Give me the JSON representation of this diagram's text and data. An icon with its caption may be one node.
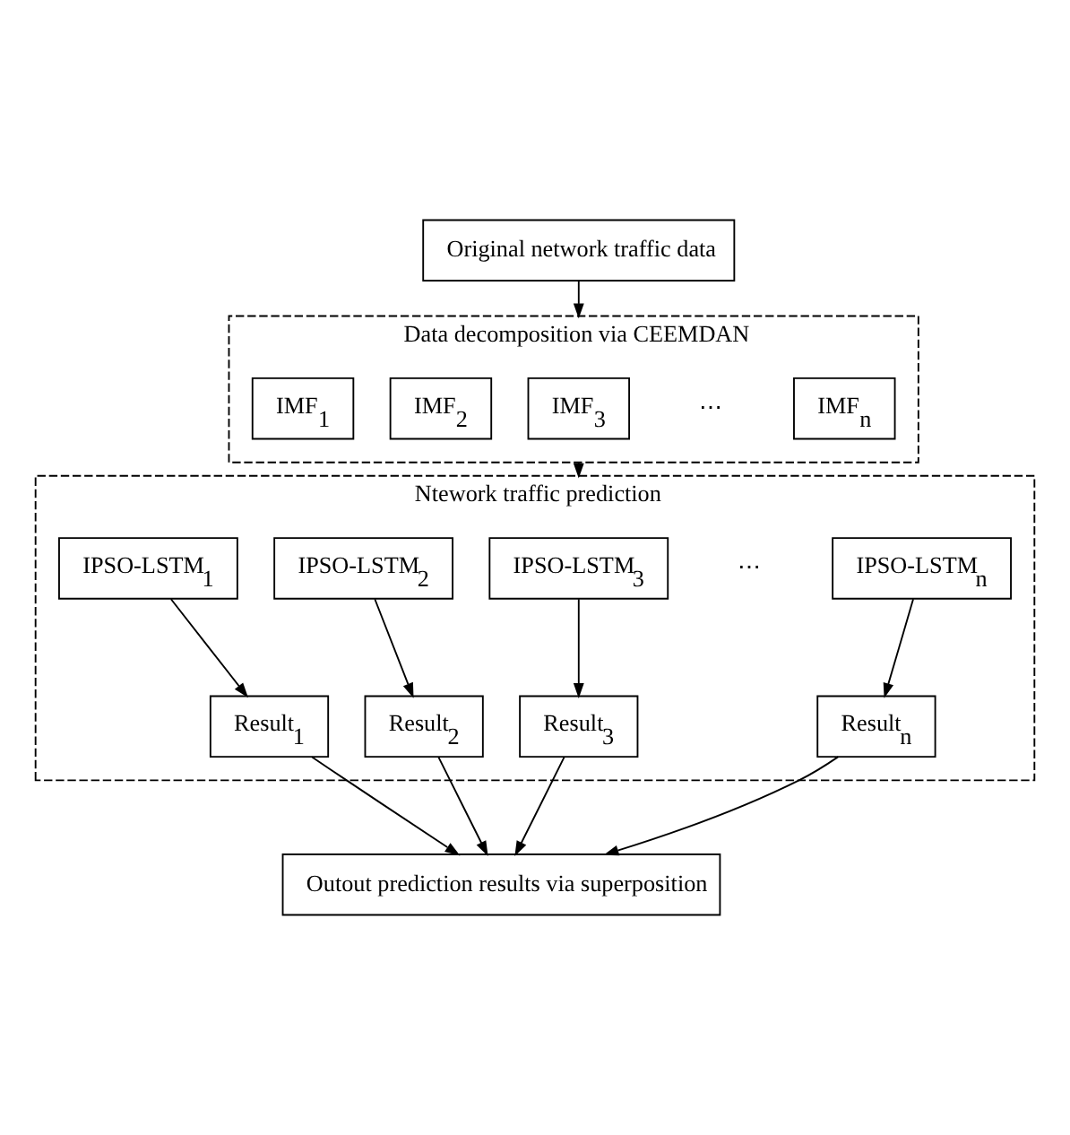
{
  "diagram": {
    "nodes": [
      {
        "text": [
          "Original network traffic data"
        ]
      },
      {
        "text": [
          "Data decomposition via CEEMDAN"
        ]
      },
      {
        "text": [
          "IMF$_{1}$"
        ],
        "in": 1
      },
      {
        "text": [
          "IMF$_{2}$"
        ],
        "in": 1
      },
      {
        "text": [
          "IMF$_{3}$"
        ],
        "in": 1
      },
      {
        "text": [
          "IMF$_{n}$"
        ],
        "in": 1
      },
      {
        "text": [
          "Ntework traffic prediction"
        ]
      },
      {
        "text": [
          "IPSO-LSTM$_{1}$"
        ],
        "in": 6
      },
      {
        "text": [
          "IPSO-LSTM$_{2}$"
        ],
        "in": 6
      },
      {
        "text": [
          "IPSO-LSTM$_{3}$"
        ],
        "in": 6
      },
      {
        "text": [
          "IPSO-LSTM$_{n}$"
        ],
        "in": 6
      },
      {
        "text": [
          "Result$_{1}$"
        ],
        "in": 6
      },
      {
        "text": [
          "Result$_{2}$"
        ],
        "in": 6
      },
      {
        "text": [
          "Result$_{3}$"
        ],
        "in": 6
      },
      {
        "text": [
          "Result$_{n}$"
        ],
        "in": 6
      },
      {
        "text": [
          "Outout prediction results via superposition"
        ]
      }
    ],
    "edges": [
      {
        "from": 0,
        "to": 1,
        "arrow": "to"
      },
      {
        "from": 1,
        "to": 6,
        "arrow": "to"
      },
      {
        "from": 7,
        "to": 11,
        "arrow": "to"
      },
      {
        "from": 8,
        "to": 12,
        "arrow": "to"
      },
      {
        "from": 9,
        "to": 13,
        "arrow": "to"
      },
      {
        "from": 10,
        "to": 14,
        "arrow": "to"
      },
      {
        "from": 11,
        "to": 15,
        "arrow": "to"
      },
      {
        "from": 12,
        "to": 15,
        "arrow": "to"
      },
      {
        "from": 13,
        "to": 15,
        "arrow": "to"
      },
      {
        "from": 14,
        "to": 15,
        "arrow": "to"
      }
    ],
    "labels": [
      "⋯",
      "⋯"
    ]
  }
}
